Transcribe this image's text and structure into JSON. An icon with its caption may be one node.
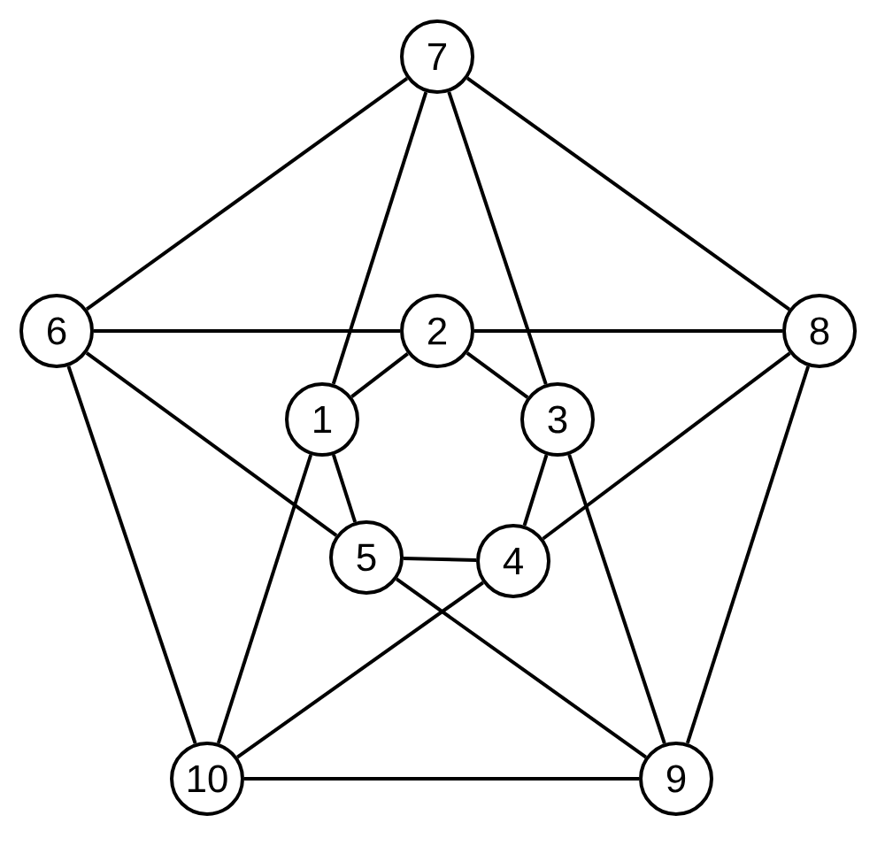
{
  "diagram": {
    "nodes": [
      {
        "text": [
          "1"
        ]
      },
      {
        "text": [
          "2"
        ]
      },
      {
        "text": [
          "3"
        ]
      },
      {
        "text": [
          "4"
        ]
      },
      {
        "text": [
          "5"
        ]
      },
      {
        "text": [
          "6"
        ]
      },
      {
        "text": [
          "7"
        ]
      },
      {
        "text": [
          "8"
        ]
      },
      {
        "text": [
          "9"
        ]
      },
      {
        "text": [
          "10"
        ]
      }
    ],
    "edges": [
      {
        "from": 5,
        "to": 6,
        "arrow": "none"
      },
      {
        "from": 6,
        "to": 7,
        "arrow": "none"
      },
      {
        "from": 7,
        "to": 8,
        "arrow": "none"
      },
      {
        "from": 8,
        "to": 9,
        "arrow": "none"
      },
      {
        "from": 9,
        "to": 5,
        "arrow": "none"
      },
      {
        "from": 0,
        "to": 1,
        "arrow": "none"
      },
      {
        "from": 1,
        "to": 2,
        "arrow": "none"
      },
      {
        "from": 2,
        "to": 3,
        "arrow": "none"
      },
      {
        "from": 3,
        "to": 4,
        "arrow": "none"
      },
      {
        "from": 4,
        "to": 0,
        "arrow": "none"
      },
      {
        "from": 6,
        "to": 0,
        "arrow": "none"
      },
      {
        "from": 6,
        "to": 2,
        "arrow": "none"
      },
      {
        "from": 5,
        "to": 1,
        "arrow": "none"
      },
      {
        "from": 5,
        "to": 4,
        "arrow": "none"
      },
      {
        "from": 7,
        "to": 1,
        "arrow": "none"
      },
      {
        "from": 7,
        "to": 3,
        "arrow": "none"
      },
      {
        "from": 9,
        "to": 0,
        "arrow": "none"
      },
      {
        "from": 9,
        "to": 3,
        "arrow": "none"
      },
      {
        "from": 8,
        "to": 4,
        "arrow": "none"
      },
      {
        "from": 8,
        "to": 2,
        "arrow": "none"
      }
    ]
  }
}
